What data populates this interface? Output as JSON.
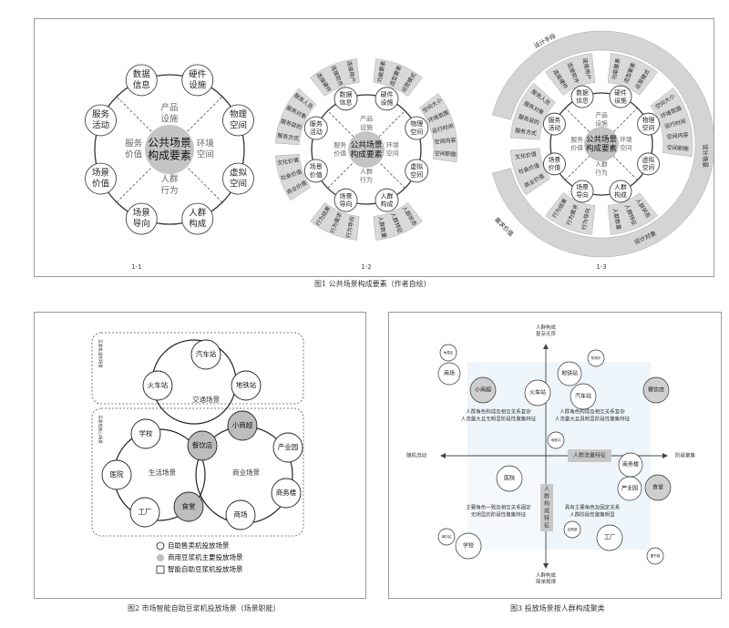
{
  "fig1": {
    "caption": "图1 公共场景构成要素（作者自绘）",
    "sub": {
      "a": {
        "center": [
          "公共场景",
          "构成要素"
        ],
        "label": "1-1"
      },
      "b": {
        "center": [
          "公共场景",
          "构成要素"
        ],
        "label": "1-2"
      },
      "c": {
        "center": [
          "公共场景",
          "构成要素"
        ],
        "label": "1-3"
      }
    },
    "categories": {
      "product": [
        "产品",
        "设施"
      ],
      "env": [
        "环境",
        "空间"
      ],
      "people": [
        "人群",
        "行为"
      ],
      "service": [
        "服务",
        "价值"
      ]
    },
    "nodes": {
      "data": [
        "数据",
        "信息"
      ],
      "hardware": [
        "硬件",
        "设施"
      ],
      "physical": [
        "物理",
        "空间"
      ],
      "virtual": [
        "虚拟",
        "空间"
      ],
      "crowd": [
        "人群",
        "构成"
      ],
      "guide": [
        "场景",
        "导向"
      ],
      "value": [
        "场景",
        "价值"
      ],
      "service": [
        "服务",
        "活动"
      ]
    },
    "outer_items": {
      "data": [
        "连接硬件",
        "连接软件",
        "连接用户"
      ],
      "hardware": [
        "功能要素",
        "造型要素",
        "运营模式"
      ],
      "physical": [
        "空间大小",
        "环境氛围",
        "运行时间",
        "空间内容",
        "空间职能"
      ],
      "crowd": [
        "人群状态",
        "人群特征",
        "人群数量"
      ],
      "guide": [
        "行为导向",
        "行为需求",
        "行为结果"
      ],
      "value": [
        "商业价值",
        "社会价值",
        "文化价值"
      ],
      "service": [
        "服务方式",
        "服务目的",
        "服务对象",
        "服务人员"
      ]
    },
    "ring_labels": {
      "top": "设计手段",
      "right": "设计场景",
      "bottom": "设计对象",
      "left": "需求价值"
    }
  },
  "fig2": {
    "caption": "图2 市场智能自助豆浆机投放场景（场景职能）",
    "zone_top": "豆浆机调剂场景",
    "zone_bottom": "豆浆机核心场景",
    "group_labels": {
      "traffic": "交通场景",
      "life": "生活场景",
      "business": "商业场景"
    },
    "nodes": {
      "bus": "汽车站",
      "train": "火车站",
      "metro": "地铁站",
      "school": "学校",
      "restaurant": "餐饮店",
      "shop": "小商超",
      "hospital": "医院",
      "park": "产业园",
      "office": "商务楼",
      "factory": "工厂",
      "canteen": "食堂",
      "mall": "商场"
    },
    "legend": [
      "自助售卖机投放场景",
      "商用豆浆机主要投放场景",
      "智能自助豆浆机投放场景"
    ]
  },
  "fig3": {
    "caption": "图3 投放场景按人群构成聚类",
    "axis": {
      "top": [
        "人群构成",
        "复杂无序"
      ],
      "bottom": [
        "人群构成",
        "简单规律"
      ],
      "left": "随机流动",
      "right": "阶段聚集",
      "h_label": "人群流量特征",
      "v_label": [
        "人",
        "群",
        "构",
        "成",
        "特",
        "征"
      ]
    },
    "quadrants": {
      "tl": [
        "人群角色构成及相互关系复杂",
        "人流量大且无明显阶段性聚集特征"
      ],
      "tr": [
        "人群角色构成及相互关系复杂",
        "人流量大且具明显阶段性聚集特征"
      ],
      "bl": [
        "主要角色一致及相互关系固定",
        "无明显的阶段性聚集特征"
      ],
      "br": [
        "具有主要角色及固定关系",
        "人群阶段性聚集明显"
      ]
    },
    "nodes": {
      "rest": "休息区",
      "mall": "商场",
      "shop": "小商超",
      "train": "火车站",
      "metro": "地铁站",
      "bus": "汽车站",
      "airport": "机场厅",
      "restaurant": "餐饮店",
      "entrance": "地铁口",
      "hospital": "医院",
      "office": "商务楼",
      "park": "产业园",
      "canteen": "食堂",
      "village": "城中区",
      "school": "学校",
      "dorm": "住院部",
      "factory": "工厂",
      "library": "图书馆"
    }
  }
}
